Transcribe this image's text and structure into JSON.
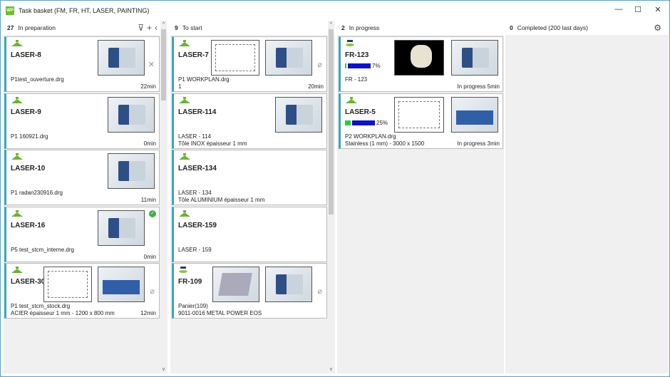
{
  "window": {
    "title": "Task basket (FM, FR, HT, LASER, PAINTING)",
    "logo": "WP",
    "minimize": "—",
    "maximize": "☐",
    "close": "✕"
  },
  "columns": [
    {
      "count": "27",
      "label": "In preparation",
      "tools": [
        "filter-icon",
        "plus-icon",
        "chevron-left-icon"
      ],
      "cards": [
        {
          "name": "LASER-8",
          "icon": "laser-icon",
          "l1": "P1test_ouverture.drg",
          "l2": "",
          "time": "22min",
          "images": [
            "machine"
          ],
          "side": "close"
        },
        {
          "name": "LASER-9",
          "icon": "laser-icon",
          "l1": "P1 160921.drg",
          "l2": "",
          "time": "0min",
          "images": [
            "machine"
          ]
        },
        {
          "name": "LASER-10",
          "icon": "laser-icon",
          "l1": "P1 radan230916.drg",
          "l2": "",
          "time": "11min",
          "images": [
            "machine"
          ]
        },
        {
          "name": "LASER-16",
          "icon": "laser-icon",
          "l1": "P5 test_stcm_interne.drg",
          "l2": "",
          "time": "0min",
          "images": [
            "machine"
          ],
          "side": "check"
        },
        {
          "name": "LASER-30",
          "icon": "laser-icon",
          "l1": "P1 test_stcm_stock.drg",
          "l2": "ACIER épaisseur 1 mm - 1200 x 800 mm",
          "time": "12min",
          "images": [
            "drawing",
            "blue"
          ],
          "side": "clip"
        }
      ]
    },
    {
      "count": "9",
      "label": "To start",
      "cards": [
        {
          "name": "LASER-7",
          "icon": "laser-icon",
          "l1": "P1 WORKPLAN.drg",
          "l2": "1",
          "time": "20min",
          "images": [
            "drawing",
            "machine"
          ],
          "side": "clip"
        },
        {
          "name": "LASER-114",
          "icon": "laser-icon",
          "l1": "LASER - 114",
          "l2": "Tôle INOX épaisseur 1 mm",
          "time": "",
          "images": [
            "machine"
          ]
        },
        {
          "name": "LASER-134",
          "icon": "laser-icon",
          "l1": "LASER - 134",
          "l2": "Tôle ALUMINIUM épaisseur 1 mm",
          "time": "",
          "images": []
        },
        {
          "name": "LASER-159",
          "icon": "laser-icon",
          "l1": "LASER - 159",
          "l2": "",
          "time": "",
          "images": []
        },
        {
          "name": "FR-109",
          "icon": "fr-icon",
          "l1": "Panier(109)",
          "l2": "9011-0016 METAL POWER EOS",
          "time": "",
          "images": [
            "part",
            "machine"
          ],
          "side": "clip"
        }
      ]
    },
    {
      "count": "2",
      "label": "In progress",
      "cards": [
        {
          "name": "FR-123",
          "icon": "fr-icon",
          "l1": "FR - 123",
          "l2": "",
          "time": "In progress 5min",
          "images": [
            "dark",
            "machine"
          ],
          "progress": 7,
          "progress_label": "7%"
        },
        {
          "name": "LASER-5",
          "icon": "laser-icon",
          "l1": "P2 WORKPLAN.drg",
          "l2": "Stainless (1 mm) - 3000 x 1500",
          "time": "In progress 3min",
          "images": [
            "drawing",
            "blue"
          ],
          "progress": 25,
          "progress_label": "25%"
        }
      ]
    },
    {
      "count": "0",
      "label": "Completed (200 last days)",
      "cards": []
    }
  ]
}
